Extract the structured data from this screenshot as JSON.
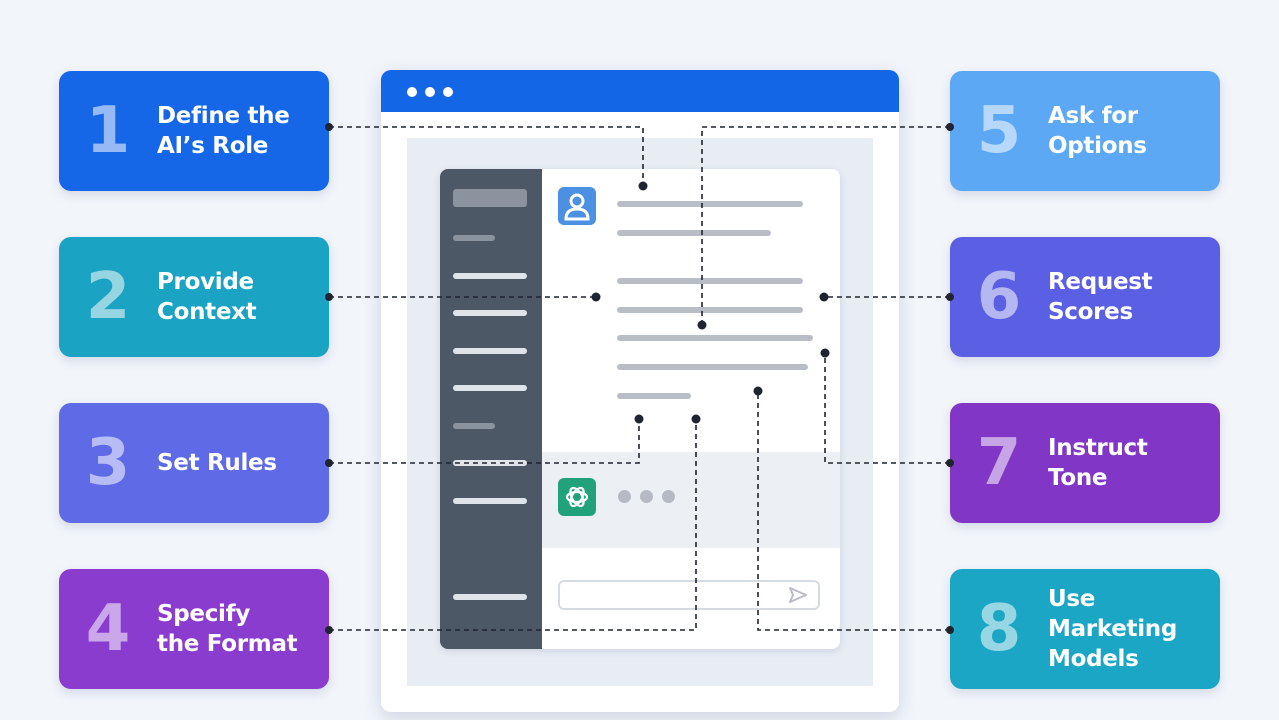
{
  "steps": [
    {
      "number": "1",
      "label": "Define the\nAI’s Role",
      "color": "#1667e8"
    },
    {
      "number": "2",
      "label": "Provide\nContext",
      "color": "#1aa3c2"
    },
    {
      "number": "3",
      "label": "Set Rules",
      "color": "#5f6ae6"
    },
    {
      "number": "4",
      "label": "Specify\nthe Format",
      "color": "#8a3ccf"
    },
    {
      "number": "5",
      "label": "Ask for\nOptions",
      "color": "#5ca8f5"
    },
    {
      "number": "6",
      "label": "Request\nScores",
      "color": "#5b5fe3"
    },
    {
      "number": "7",
      "label": "Instruct\nTone",
      "color": "#8236c6"
    },
    {
      "number": "8",
      "label": "Use\nMarketing\nModels",
      "color": "#1aa6c4"
    }
  ],
  "icons": {
    "user": "user-avatar-icon",
    "assistant": "ai-assistant-icon",
    "send": "send-arrow-icon"
  },
  "colors": {
    "titlebar": "#1366e6",
    "sidebar": "#4c5866",
    "connector": "#1f2430"
  }
}
